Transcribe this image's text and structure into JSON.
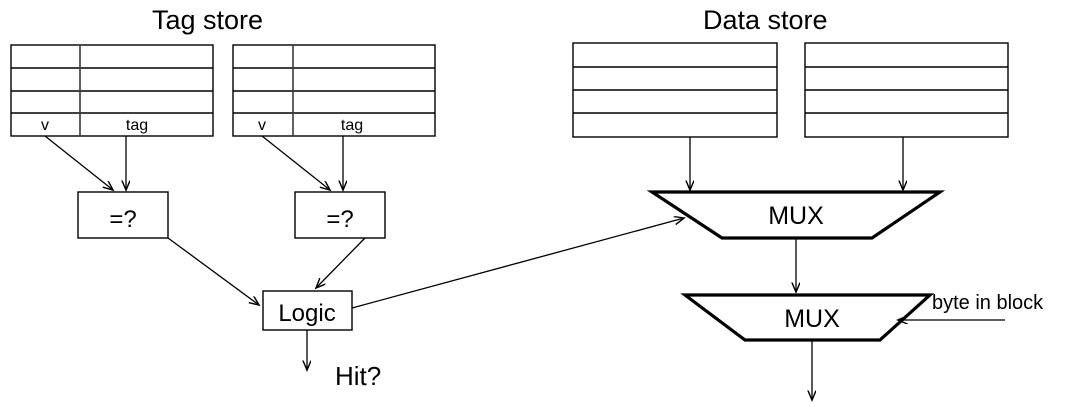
{
  "diagram": {
    "title_tag_store": "Tag store",
    "title_data_store": "Data store",
    "tag_ways": [
      {
        "valid_label": "v",
        "tag_label": "tag",
        "comparator_label": "=?"
      },
      {
        "valid_label": "v",
        "tag_label": "tag",
        "comparator_label": "=?"
      }
    ],
    "logic_label": "Logic",
    "hit_label": "Hit?",
    "mux_upper_label": "MUX",
    "mux_lower_label": "MUX",
    "byte_in_block_label": "byte in block",
    "rows_per_tag_box": 4,
    "rows_per_data_box": 4,
    "colors": {
      "line": "#000000",
      "divider": "#3a3a3a",
      "background": "#ffffff"
    }
  }
}
